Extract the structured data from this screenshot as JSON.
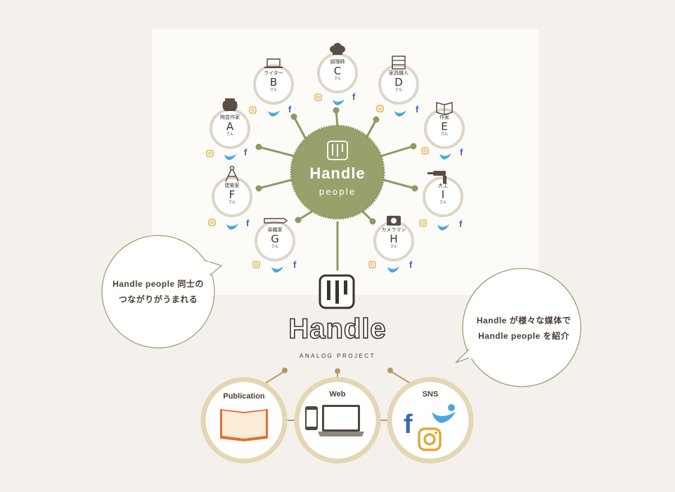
{
  "hub": {
    "title": "Handle",
    "subtitle": "people"
  },
  "people": [
    {
      "role": "陶芸作家",
      "letter": "A",
      "san": "さん",
      "icon": "vase-icon"
    },
    {
      "role": "ライター",
      "letter": "B",
      "san": "さん",
      "icon": "laptop-icon"
    },
    {
      "role": "調理師",
      "letter": "C",
      "san": "さん",
      "icon": "chef-hat-icon"
    },
    {
      "role": "家具職人",
      "letter": "D",
      "san": "さん",
      "icon": "cabinet-icon"
    },
    {
      "role": "作家",
      "letter": "E",
      "san": "さん",
      "icon": "book-icon"
    },
    {
      "role": "建築家",
      "letter": "F",
      "san": "さん",
      "icon": "compass-icon"
    },
    {
      "role": "染織家",
      "letter": "G",
      "san": "さん",
      "icon": "pencil-icon"
    },
    {
      "role": "カメラマン",
      "letter": "H",
      "san": "さん",
      "icon": "camera-icon"
    },
    {
      "role": "大工",
      "letter": "I",
      "san": "さん",
      "icon": "drill-icon"
    }
  ],
  "left_bubble": {
    "line1": "Handle people 同士の",
    "line2": "つながりがうまれる"
  },
  "right_bubble": {
    "line1": "Handle が様々な媒体で",
    "line2": "Handle people を紹介"
  },
  "logo": {
    "title": "Handle",
    "tagline": "ANALOG PROJECT"
  },
  "media": [
    {
      "label": "Publication"
    },
    {
      "label": "Web"
    },
    {
      "label": "SNS"
    }
  ],
  "colors": {
    "hub_green": "#98a06c",
    "spoke_green": "#8e9a62",
    "twitter": "#45a9dd",
    "facebook": "#3b68b2",
    "instagram": "#e0a838",
    "ring": "#ddd6c8",
    "gold_line": "#b39a65"
  }
}
